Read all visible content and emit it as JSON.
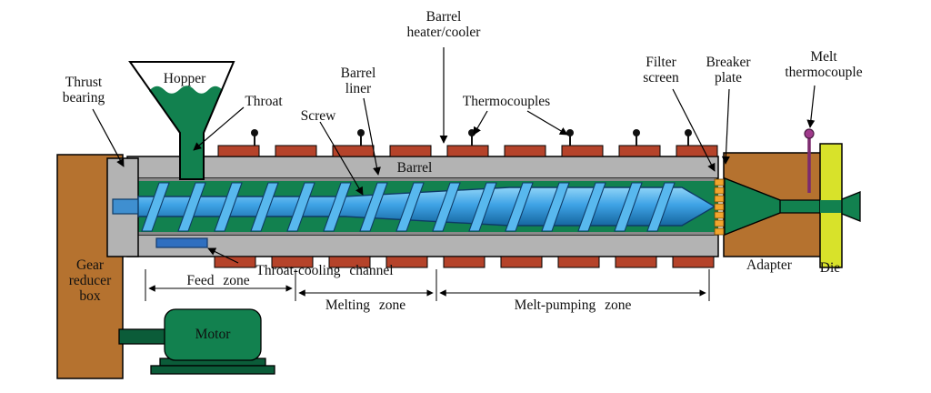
{
  "diagram": {
    "labels": {
      "thrust_bearing": "Thrust\nbearing",
      "gear_reducer_box": "Gear\nreducer\nbox",
      "motor": "Motor",
      "hopper": "Hopper",
      "throat": "Throat",
      "barrel": "Barrel",
      "barrel_liner": "Barrel\nliner",
      "screw": "Screw",
      "barrel_heater_cooler": "Barrel\nheater/cooler",
      "thermocouples": "Thermocouples",
      "filter_screen": "Filter\nscreen",
      "breaker_plate": "Breaker\nplate",
      "melt_thermocouple": "Melt\nthermocouple",
      "throat_cooling_channel": "Throat-cooling channel",
      "feed_zone": "Feed zone",
      "melting_zone": "Melting zone",
      "melt_pumping_zone": "Melt-pumping zone",
      "adapter": "Adapter",
      "die": "Die"
    },
    "palette": {
      "housing_brown": "#b5722f",
      "machine_green": "#12814f",
      "screw_blue": "#3fa3e6",
      "barrel_gray": "#b3b3b3",
      "heater_red": "#b5432a",
      "die_yellow": "#d8e22a",
      "filter_orange": "#f2a52e",
      "thermocouple_purple": "#a03a8c",
      "cooling_blue": "#2f6fc0",
      "background": "#ffffff"
    }
  }
}
